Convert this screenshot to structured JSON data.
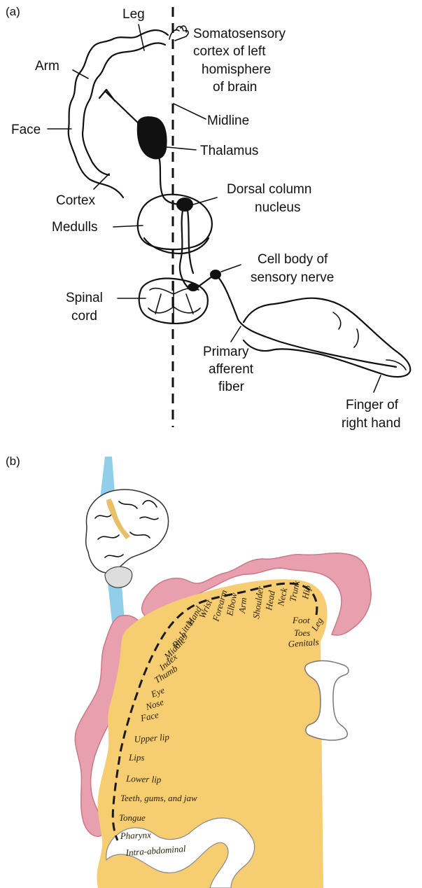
{
  "panel_a": {
    "tag": "(a)",
    "labels": {
      "leg": "Leg",
      "somatosensory": [
        "Somatosensory",
        "cortex of left",
        "homisphere",
        "of brain"
      ],
      "arm": "Arm",
      "midline": "Midline",
      "face": "Face",
      "thalamus": "Thalamus",
      "cortex": "Cortex",
      "dorsal_column": [
        "Dorsal column",
        "nucleus"
      ],
      "medulla": "Medulls",
      "cell_body": [
        "Cell body of",
        "sensory nerve"
      ],
      "spinal_cord": [
        "Spinal",
        "cord"
      ],
      "primary_afferent": [
        "Primary",
        "afferent",
        "fiber"
      ],
      "finger": [
        "Finger of",
        "right hand"
      ]
    }
  },
  "panel_b": {
    "tag": "(b)",
    "body_parts": [
      "Hip",
      "Trunk",
      "Neck",
      "Head",
      "Shoulder",
      "Arm",
      "Elbow",
      "Forearm",
      "Wrist",
      "Hand",
      "Little",
      "Ring",
      "Middle",
      "Index",
      "Thumb",
      "Eye",
      "Nose",
      "Face",
      "Upper lip",
      "Lips",
      "Lower lip",
      "Teeth, gums, and jaw",
      "Tongue",
      "Pharynx",
      "Intra-abdominal",
      "Leg",
      "Foot",
      "Toes",
      "Genitals"
    ],
    "colors": {
      "cortex": "#f7cd72",
      "surface": "#e9a0ae",
      "highlight": "#7cc5e6"
    }
  }
}
